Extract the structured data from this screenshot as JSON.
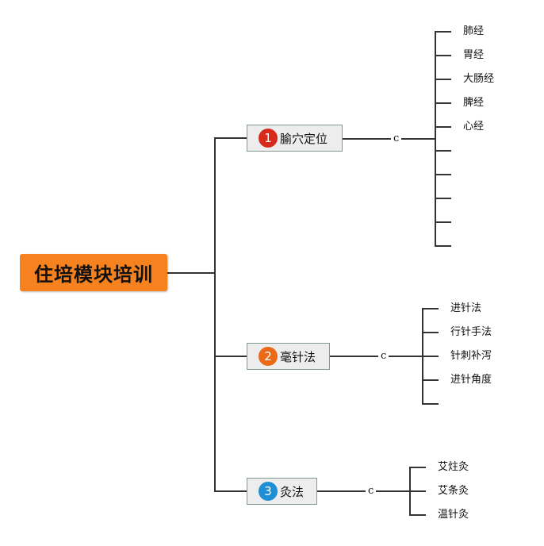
{
  "root": {
    "label": "住培模块培训",
    "color": "#f5821f"
  },
  "branches": [
    {
      "label": "腧穴定位",
      "badge": "1",
      "badge_color": "#d62a1c",
      "connector_label": "c",
      "leaves": [
        "肺经",
        "胃经",
        "大肠经",
        "脾经",
        "心经",
        "",
        "",
        "",
        "",
        ""
      ]
    },
    {
      "label": "毫针法",
      "badge": "2",
      "badge_color": "#ea6a17",
      "connector_label": "c",
      "leaves": [
        "进针法",
        "行针手法",
        "针刺补泻",
        "进针角度",
        ""
      ]
    },
    {
      "label": "灸法",
      "badge": "3",
      "badge_color": "#1e8fd4",
      "connector_label": "c",
      "leaves": [
        "艾炷灸",
        "艾条灸",
        "温针灸"
      ]
    }
  ]
}
